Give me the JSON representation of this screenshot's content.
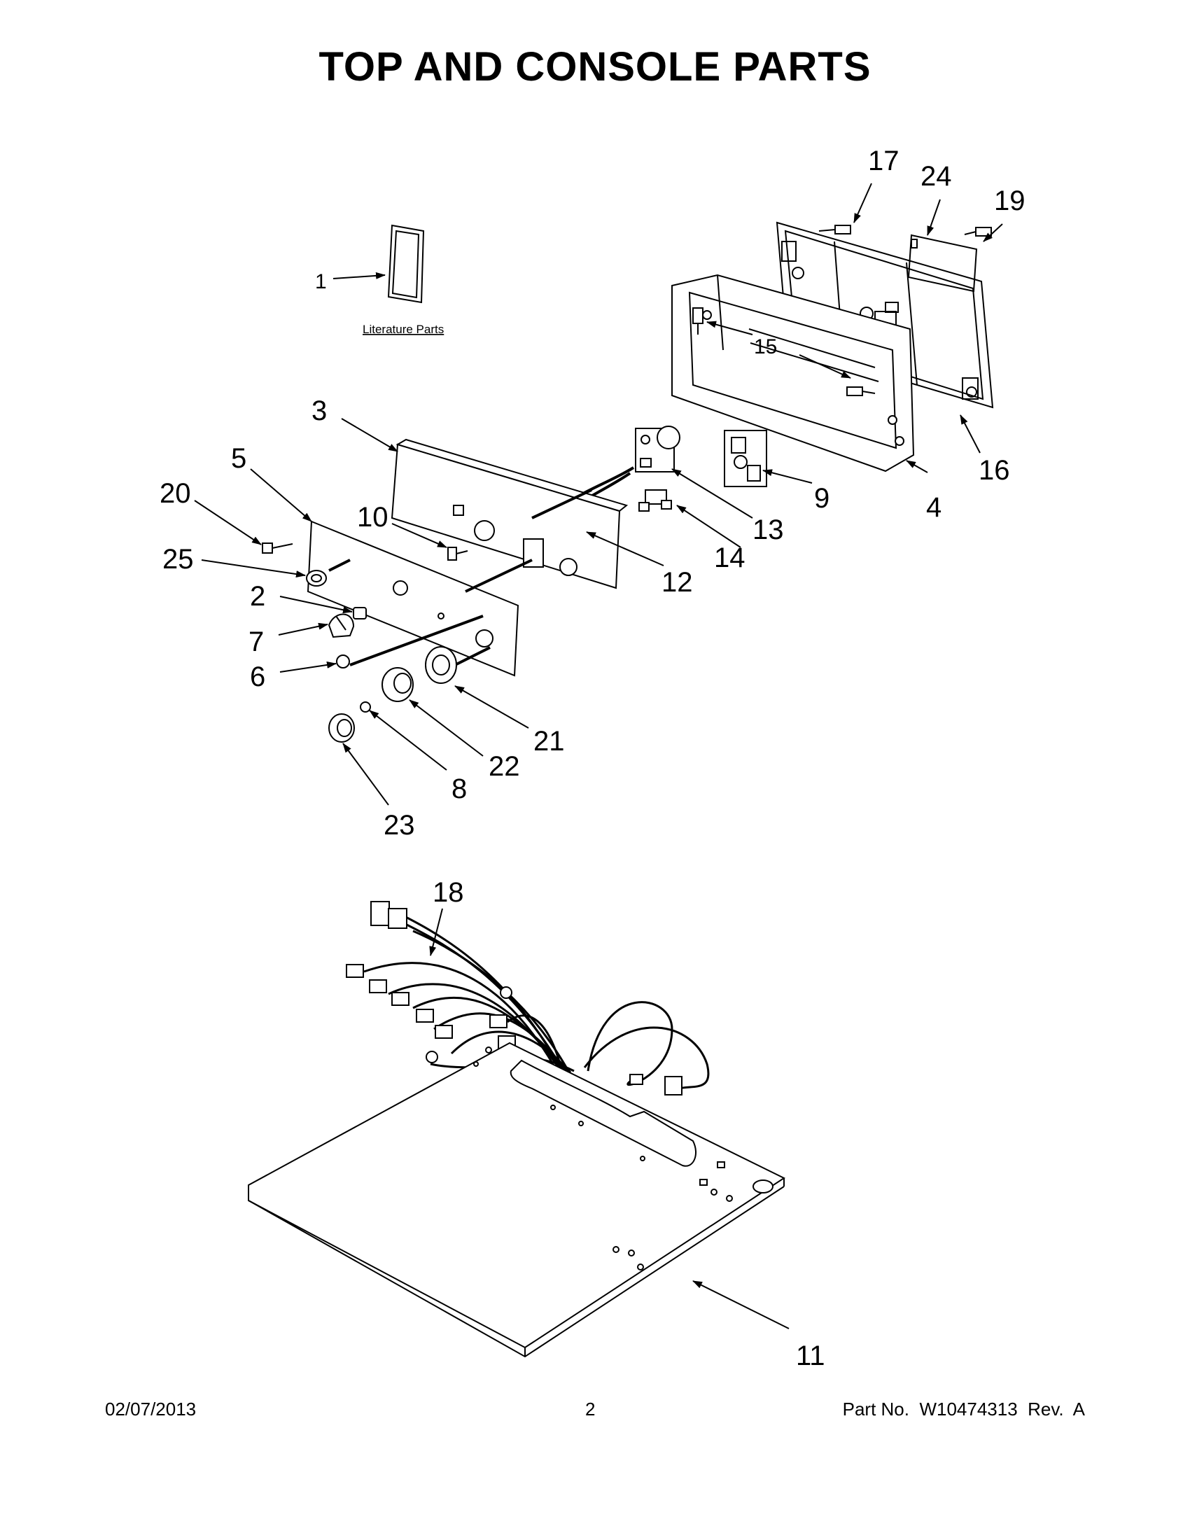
{
  "title": "TOP AND CONSOLE PARTS",
  "literature_label": "Literature Parts",
  "callouts": {
    "c1": "1",
    "c2": "2",
    "c3": "3",
    "c4": "4",
    "c5": "5",
    "c6": "6",
    "c7": "7",
    "c8": "8",
    "c9": "9",
    "c10": "10",
    "c11": "11",
    "c12": "12",
    "c13": "13",
    "c14": "14",
    "c15": "15",
    "c16": "16",
    "c17": "17",
    "c18": "18",
    "c19": "19",
    "c20": "20",
    "c21": "21",
    "c22": "22",
    "c23": "23",
    "c24": "24",
    "c25": "25"
  },
  "footer": {
    "date": "02/07/2013",
    "page": "2",
    "part_no": "Part No.  W10474313  Rev.  A"
  }
}
